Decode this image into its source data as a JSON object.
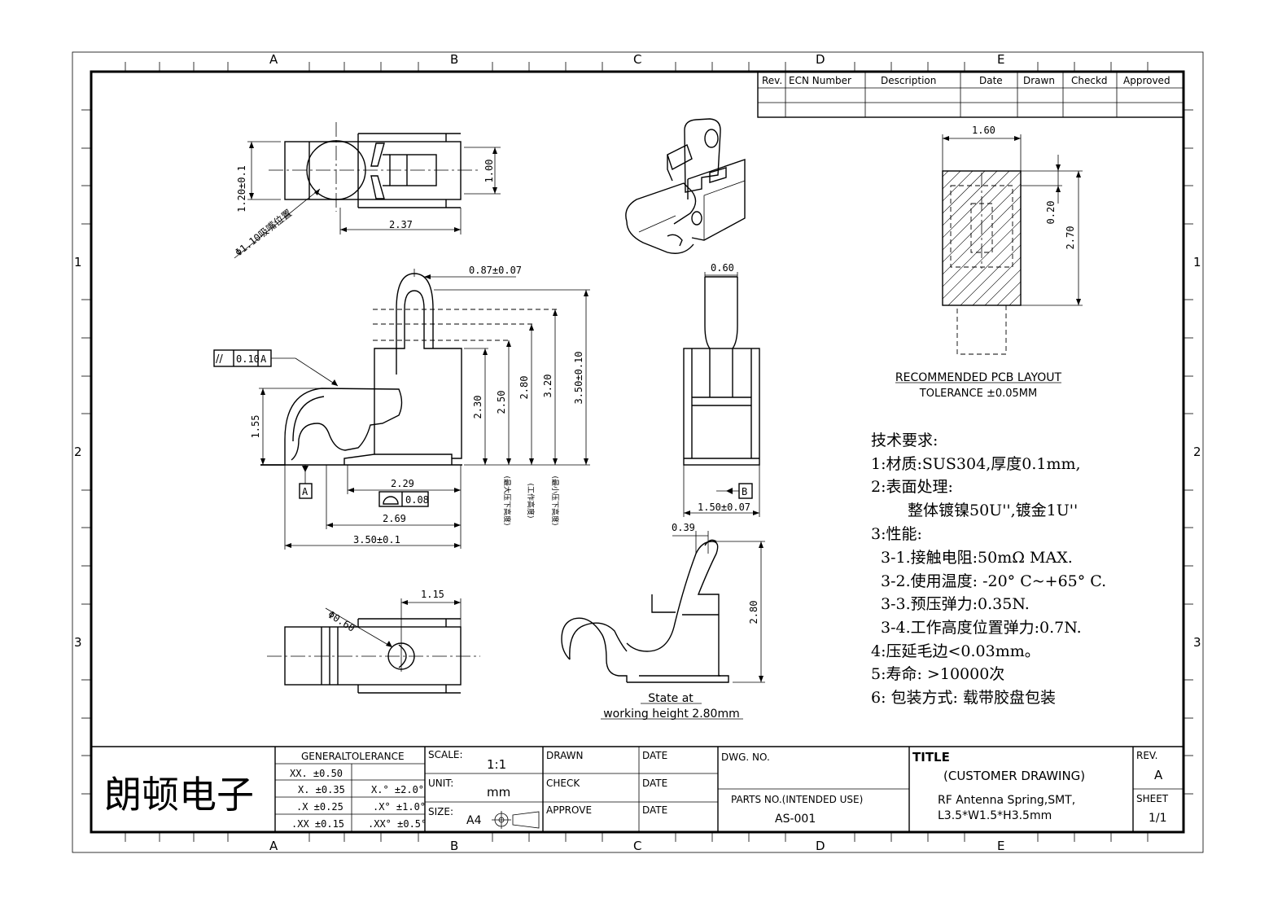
{
  "zones": {
    "cols": [
      "A",
      "B",
      "C",
      "D",
      "E"
    ],
    "rows": [
      "1",
      "2",
      "3"
    ]
  },
  "revision_table": {
    "headers": [
      "Rev.",
      "ECN Number",
      "Description",
      "Date",
      "Drawn",
      "Checkd",
      "Approved"
    ]
  },
  "top_view": {
    "dim_height": "1.20±0.1",
    "dim_inner": "1.00",
    "dim_length": "2.37",
    "dim_hole": "Φ1.10吸嘴位置"
  },
  "side_view": {
    "dim_top": "0.87±0.07",
    "parallel_callout": {
      "symbol": "//",
      "value": "0.10",
      "datum": "A"
    },
    "dim_left_height": "1.55",
    "dim_h1": "2.30",
    "dim_h2": "2.50",
    "dim_h3": "2.80",
    "dim_h4": "3.20",
    "dim_total": "3.50±0.10",
    "datum": "A",
    "dim_229": "2.29",
    "profile_tol": "0.08",
    "dim_269": "2.69",
    "dim_350": "3.50±0.1",
    "vertical_notes": [
      "(最大压下高度)",
      "(工作高度)",
      "(最小压下高度)"
    ]
  },
  "front_view": {
    "dim_top": "0.60",
    "dim_width": "1.50±0.07",
    "datum": "B"
  },
  "bottom_view": {
    "dim_115": "1.15",
    "dim_hole": "Φ0.60"
  },
  "working_view": {
    "dim_039": "0.39",
    "dim_280": "2.80",
    "caption_1": "State at",
    "caption_2": "working height 2.80mm"
  },
  "pcb_layout": {
    "dim_width": "1.60",
    "dim_020": "0.20",
    "dim_270": "2.70",
    "title": "RECOMMENDED PCB LAYOUT",
    "tolerance": "TOLERANCE ±0.05MM"
  },
  "tech_requirements": [
    "技术要求:",
    "1:材质:SUS304,厚度0.1mm,",
    "2:表面处理:",
    "整体镀镍50U'',镀金1U''",
    "3:性能:",
    "3-1.接触电阻:50mΩ  MAX.",
    "3-2.使用温度: -20° C~+65° C.",
    "3-3.预压弹力:0.35N.",
    "3-4.工作高度位置弹力:0.7N.",
    "4:压延毛边<0.03mm。",
    "5:寿命: >10000次",
    "6: 包装方式: 载带胶盘包装"
  ],
  "title_block": {
    "company": "朗顿电子",
    "general_tolerance": "GENERALTOLERANCE",
    "tol_rows": [
      [
        "XX. ±0.50",
        ""
      ],
      [
        "X. ±0.35",
        "X.° ±2.0°"
      ],
      [
        ".X ±0.25",
        ".X° ±1.0°"
      ],
      [
        ".XX ±0.15",
        ".XX° ±0.5°"
      ]
    ],
    "scale_label": "SCALE:",
    "scale_value": "1:1",
    "unit_label": "UNIT:",
    "unit_value": "mm",
    "size_label": "SIZE:",
    "size_value": "A4",
    "drawn": "DRAWN",
    "check": "CHECK",
    "approve": "APPROVE",
    "date": "DATE",
    "dwg_no": "DWG. NO.",
    "parts_no_label": "PARTS NO.(INTENDED USE)",
    "parts_no": "AS-001",
    "title_label": "TITLE",
    "title_sub": "(CUSTOMER DRAWING)",
    "title_line1": "RF Antenna Spring,SMT,",
    "title_line2": "L3.5*W1.5*H3.5mm",
    "rev_label": "REV.",
    "rev_value": "A",
    "sheet_label": "SHEET",
    "sheet_value": "1/1"
  }
}
